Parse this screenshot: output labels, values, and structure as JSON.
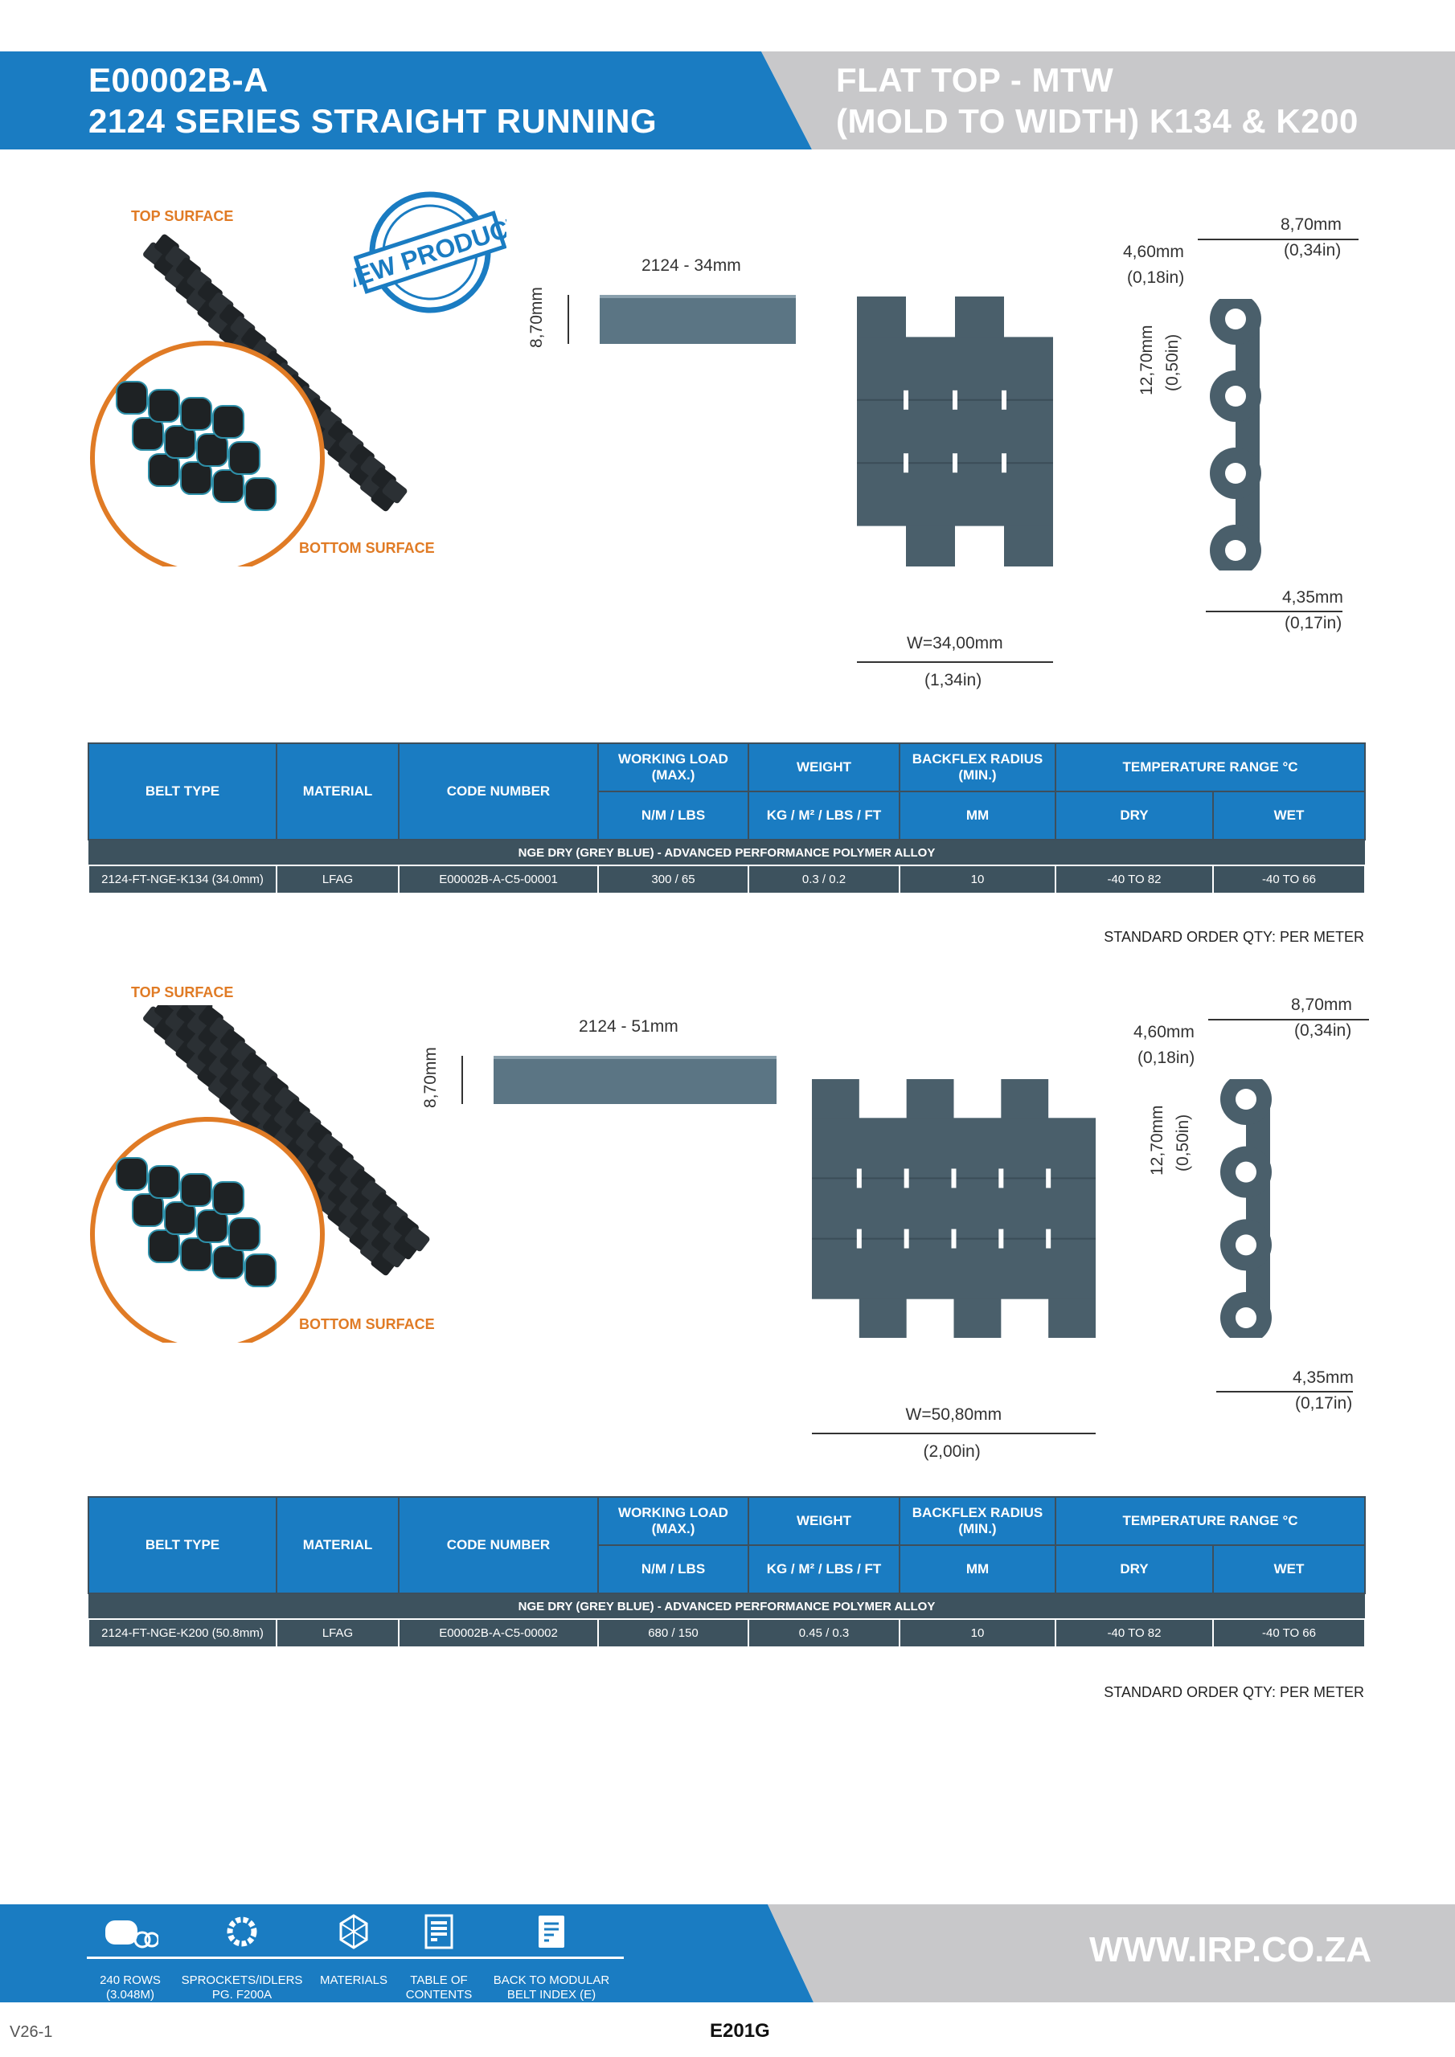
{
  "header": {
    "code": "E00002B-A",
    "series": "2124 SERIES STRAIGHT RUNNING",
    "right_line1": "FLAT TOP - MTW",
    "right_line2": "(MOLD TO WIDTH) K134 & K200"
  },
  "stamp": {
    "text": "NEW PRODUCT"
  },
  "table_headers": {
    "belt_type": "BELT TYPE",
    "material": "MATERIAL",
    "code_number": "CODE NUMBER",
    "working_load": "WORKING LOAD (MAX.)",
    "weight": "WEIGHT",
    "backflex": "BACKFLEX RADIUS (MIN.)",
    "temperature": "TEMPERATURE RANGE °C",
    "nm_lbs": "N/M / LBS",
    "kg_lbs": "KG / M² / LBS / FT",
    "mm": "MM",
    "dry": "DRY",
    "wet": "WET"
  },
  "sections": [
    {
      "top_surface": "TOP SURFACE",
      "bottom_surface": "BOTTOM SURFACE",
      "side_title": "2124 - 34mm",
      "height": "8,70mm",
      "width_mm": "W=34,00mm",
      "width_in": "(1,34in)",
      "pitch_mm": "12,70mm",
      "pitch_in": "(0,50in)",
      "d1_mm": "4,60mm",
      "d1_in": "(0,18in)",
      "d2_mm": "8,70mm",
      "d2_in": "(0,34in)",
      "d3_mm": "4,35mm",
      "d3_in": "(0,17in)",
      "group": "NGE DRY (GREY BLUE) - ADVANCED PERFORMANCE POLYMER ALLOY",
      "row": {
        "belt_type": "2124-FT-NGE-K134 (34.0mm)",
        "material": "LFAG",
        "code": "E00002B-A-C5-00001",
        "load": "300 / 65",
        "weight": "0.3 / 0.2",
        "backflex": "10",
        "dry": "-40 TO 82",
        "wet": "-40 TO 66"
      },
      "order_qty": "STANDARD ORDER QTY: PER METER"
    },
    {
      "top_surface": "TOP SURFACE",
      "bottom_surface": "BOTTOM SURFACE",
      "side_title": "2124 - 51mm",
      "height": "8,70mm",
      "width_mm": "W=50,80mm",
      "width_in": "(2,00in)",
      "pitch_mm": "12,70mm",
      "pitch_in": "(0,50in)",
      "d1_mm": "4,60mm",
      "d1_in": "(0,18in)",
      "d2_mm": "8,70mm",
      "d2_in": "(0,34in)",
      "d3_mm": "4,35mm",
      "d3_in": "(0,17in)",
      "group": "NGE DRY (GREY BLUE) - ADVANCED PERFORMANCE POLYMER ALLOY",
      "row": {
        "belt_type": "2124-FT-NGE-K200 (50.8mm)",
        "material": "LFAG",
        "code": "E00002B-A-C5-00002",
        "load": "680 / 150",
        "weight": "0.45 / 0.3",
        "backflex": "10",
        "dry": "-40 TO 82",
        "wet": "-40 TO 66"
      },
      "order_qty": "STANDARD ORDER QTY: PER METER"
    }
  ],
  "footer": {
    "nav": [
      {
        "label1": "240 ROWS",
        "label2": "(3.048M)",
        "icon": "belt-rolls-icon"
      },
      {
        "label1": "SPROCKETS/IDLERS",
        "label2": "PG. F200A",
        "icon": "sprocket-icon"
      },
      {
        "label1": "MATERIALS",
        "label2": "",
        "icon": "materials-icon"
      },
      {
        "label1": "TABLE OF",
        "label2": "CONTENTS",
        "icon": "document-icon"
      },
      {
        "label1": "BACK TO MODULAR",
        "label2": "BELT INDEX (E)",
        "icon": "index-icon"
      }
    ],
    "url": "WWW.IRP.CO.ZA",
    "version": "V26-1",
    "page": "E201G"
  },
  "colors": {
    "brand_blue": "#1a7cc2",
    "gray": "#c8c8ca",
    "orange": "#e07b25",
    "table_dark": "#3d525e",
    "link_gray": "#4a5f6b"
  }
}
